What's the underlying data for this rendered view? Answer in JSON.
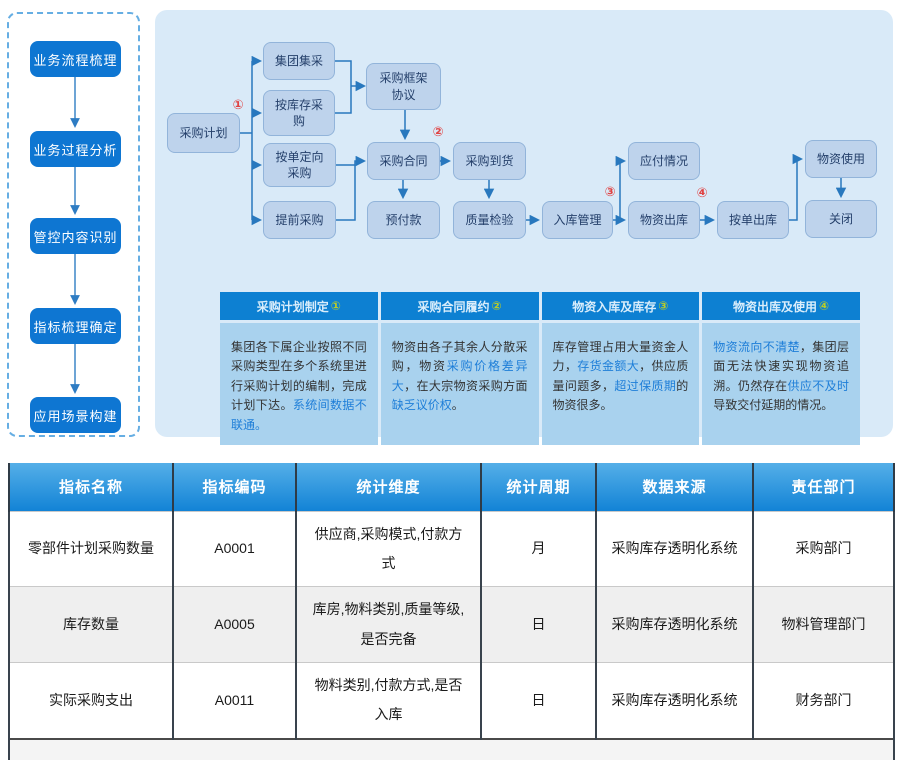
{
  "sidebar": {
    "items": [
      {
        "label": "业务流程梳理"
      },
      {
        "label": "业务过程分析"
      },
      {
        "label": "管控内容识别"
      },
      {
        "label": "指标梳理确定"
      },
      {
        "label": "应用场景构建"
      }
    ]
  },
  "flow": {
    "nodes": [
      {
        "label": "采购计划"
      },
      {
        "label": "集团集采"
      },
      {
        "label": "按库存采购"
      },
      {
        "label": "采购框架协议"
      },
      {
        "label": "按单定向采购"
      },
      {
        "label": "提前采购"
      },
      {
        "label": "采购合同"
      },
      {
        "label": "采购到货"
      },
      {
        "label": "预付款"
      },
      {
        "label": "质量检验"
      },
      {
        "label": "入库管理"
      },
      {
        "label": "应付情况"
      },
      {
        "label": "物资出库"
      },
      {
        "label": "按单出库"
      },
      {
        "label": "物资使用"
      },
      {
        "label": "关闭"
      }
    ],
    "markers": [
      {
        "num": "①"
      },
      {
        "num": "②"
      },
      {
        "num": "③"
      },
      {
        "num": "④"
      }
    ],
    "arrow_color": "#2878be",
    "node_fill": "#bed3ec",
    "marker_color": "#e04343"
  },
  "summary": {
    "header_bg": "#0d80d2",
    "body_bg": "#a9d2ee",
    "highlight_color": "#1e7ed8",
    "cols": [
      {
        "title": "采购计划制定",
        "num": "①",
        "segs": [
          "集团各下属企业按照不同采购类型在多个系统里进行采购计划的编制，完成计划下达。",
          "系统间数据不联通。"
        ]
      },
      {
        "title": "采购合同履约",
        "num": "②",
        "segs": [
          "物资由各子其余人分散采购，物资",
          "采购价格差异大",
          "，在大宗物资采购方面",
          "缺乏议价权",
          "。"
        ]
      },
      {
        "title": "物资入库及库存",
        "num": "③",
        "segs": [
          "库存管理占用大量资金人力，",
          "存货金额大",
          "，供应质量问题多，",
          "超过保质期",
          "的物资很多。"
        ]
      },
      {
        "title": "物资出库及使用",
        "num": "④",
        "segs": [
          "物资流向不清楚",
          "，集团层面无法快速实现物资追溯。仍然存在",
          "供应不及时",
          "导致交付延期的情况。"
        ]
      }
    ]
  },
  "table": {
    "headers": [
      "指标名称",
      "指标编码",
      "统计维度",
      "统计周期",
      "数据来源",
      "责任部门"
    ],
    "rows": [
      [
        "零部件计划采购数量",
        "A0001",
        "供应商,采购模式,付款方式",
        "月",
        "采购库存透明化系统",
        "采购部门"
      ],
      [
        "库存数量",
        "A0005",
        "库房,物料类别,质量等级,是否完备",
        "日",
        "采购库存透明化系统",
        "物料管理部门"
      ],
      [
        "实际采购支出",
        "A0011",
        "物料类别,付款方式,是否入库",
        "日",
        "采购库存透明化系统",
        "财务部门"
      ]
    ],
    "ellipsis": "… …",
    "header_bg": "#1283d6"
  },
  "colors": {
    "sidebar_button": "#0e76d2",
    "panel_bg": "#d9eaf8"
  }
}
